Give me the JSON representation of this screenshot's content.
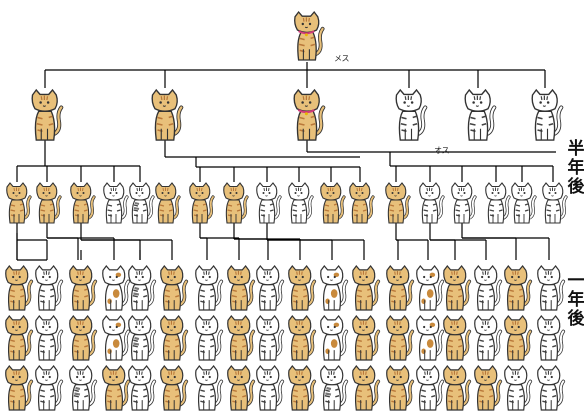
{
  "labels": {
    "female": "メス",
    "male": "オス"
  },
  "periods": {
    "half_year": [
      "半",
      "年",
      "後"
    ],
    "one_year": [
      "一",
      "年",
      "後"
    ]
  },
  "cat_types": {
    "brown": "brown-tabby-cat",
    "white": "white-black-tabby-cat",
    "spotted": "calico-spotted-cat",
    "gray": "white-gray-tabby-cat"
  },
  "colors": {
    "brown_fill": "#e8c07a",
    "brown_stripe": "#b9783a",
    "white_fill": "#ffffff",
    "outline": "#333333",
    "spot": "#c98a3c",
    "collar": "#d23a7a",
    "line": "#000000"
  },
  "generations": {
    "g0": [
      "brown"
    ],
    "g1": [
      "brown",
      "brown",
      "brown",
      "white",
      "white",
      "white"
    ],
    "g2": [
      "brown",
      "brown",
      "brown",
      "white",
      "gray",
      "brown",
      "brown",
      "brown",
      "white",
      "white",
      "brown",
      "brown",
      "brown",
      "white",
      "white",
      "white"
    ],
    "g3": [
      "brown",
      "white",
      "brown",
      "spotted",
      "gray",
      "brown",
      "white",
      "brown",
      "white",
      "brown",
      "spotted",
      "brown",
      "brown",
      "spotted",
      "brown",
      "white",
      "brown",
      "white"
    ],
    "g4": [
      "brown",
      "white",
      "brown",
      "spotted",
      "gray",
      "brown",
      "white",
      "brown",
      "white",
      "brown",
      "spotted",
      "brown",
      "brown",
      "spotted",
      "brown",
      "white",
      "brown",
      "white"
    ],
    "g5": [
      "brown",
      "white",
      "gray",
      "brown",
      "white",
      "brown",
      "white",
      "brown",
      "white",
      "brown",
      "gray",
      "brown",
      "brown",
      "white",
      "brown",
      "brown",
      "white",
      "white"
    ]
  }
}
